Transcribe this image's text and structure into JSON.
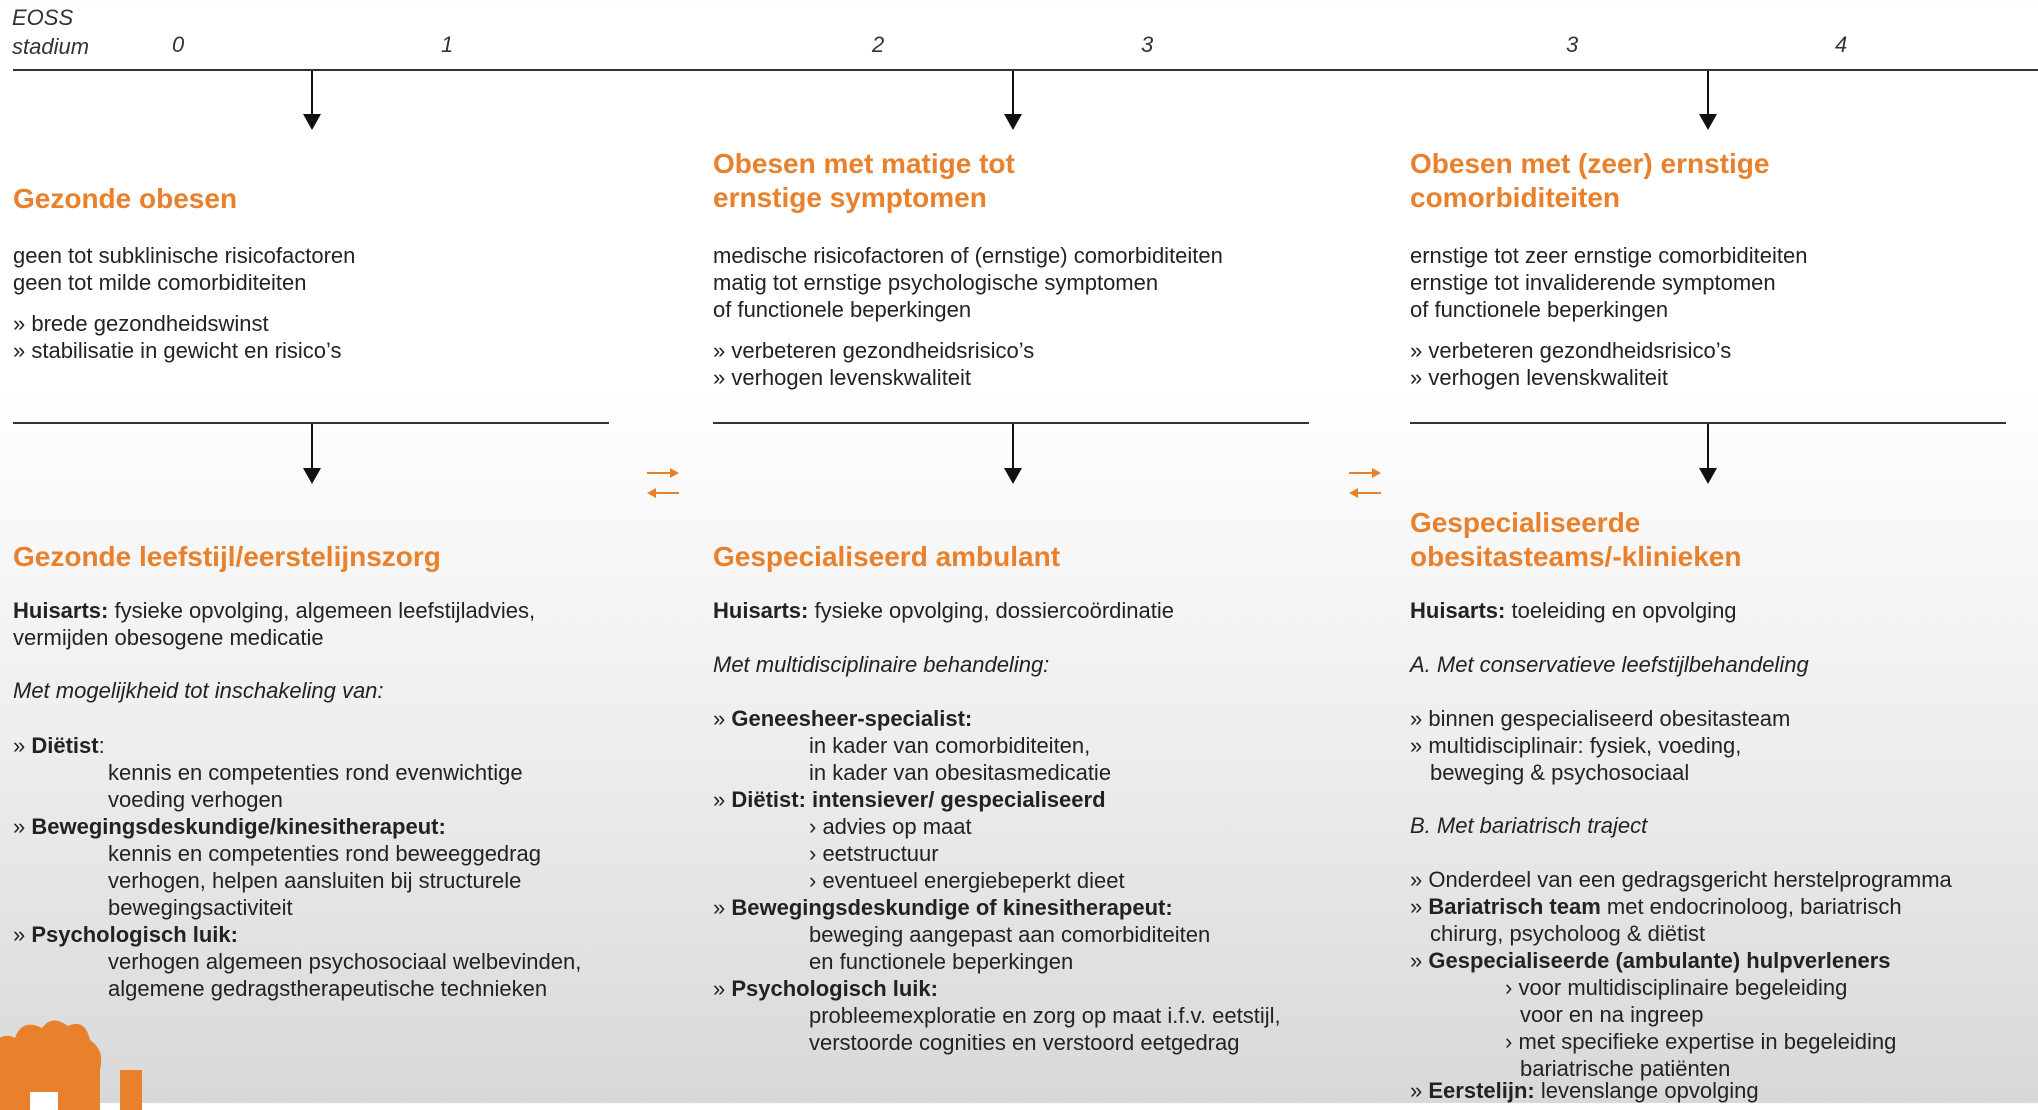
{
  "axis": {
    "label_line1": "EOSS",
    "label_line2": "stadium",
    "numbers": [
      "0",
      "1",
      "2",
      "3",
      "3",
      "4"
    ]
  },
  "col1": {
    "title": "Gezonde obesen",
    "desc": [
      "geen tot subklinische risicofactoren",
      "geen tot milde comorbiditeiten"
    ],
    "goals": [
      "» brede gezondheidswinst",
      "» stabilisatie in gewicht en risico’s"
    ],
    "care_title": "Gezonde leefstijl/eerstelijnszorg",
    "ha_label": "Huisarts:",
    "ha_text_1": " fysieke opvolging, algemeen leefstijladvies,",
    "ha_text_2": "vermijden obesogene medicatie",
    "intro": "Met mogelijkheid tot inschakeling van:",
    "i1_prefix": "» ",
    "i1_label": "Diëtist",
    "i1_after": ":",
    "i1_l1": "kennis en competenties rond evenwichtige",
    "i1_l2": "voeding verhogen",
    "i2_prefix": "» ",
    "i2_label": "Bewegingsdeskundige/kinesitherapeut:",
    "i2_l1": "kennis en competenties rond beweeggedrag",
    "i2_l2": "verhogen, helpen aansluiten bij structurele",
    "i2_l3": "bewegingsactiviteit",
    "i3_prefix": "» ",
    "i3_label": "Psychologisch luik:",
    "i3_l1": "verhogen algemeen psychosociaal welbevinden,",
    "i3_l2": "algemene gedragstherapeutische technieken"
  },
  "col2": {
    "title_1": "Obesen met matige tot",
    "title_2": "ernstige symptomen",
    "desc": [
      "medische risicofactoren of (ernstige) comorbiditeiten",
      "matig tot ernstige psychologische symptomen",
      "of functionele beperkingen"
    ],
    "goals": [
      "» verbeteren gezondheidsrisico’s",
      "» verhogen levenskwaliteit"
    ],
    "care_title": "Gespecialiseerd ambulant",
    "ha_label": "Huisarts:",
    "ha_text": " fysieke opvolging, dossiercoördinatie",
    "intro": "Met multidisciplinaire behandeling:",
    "i1_prefix": "» ",
    "i1_label": "Geneesheer-specialist:",
    "i1_l1": "in kader van comorbiditeiten,",
    "i1_l2": "in kader van obesitasmedicatie",
    "i2_prefix": "» ",
    "i2_label": "Diëtist: intensiever/ gespecialiseerd",
    "i2_l1": "› advies op maat",
    "i2_l2": "› eetstructuur",
    "i2_l3": "› eventueel energiebeperkt dieet",
    "i3_prefix": "» ",
    "i3_label": "Bewegingsdeskundige of kinesitherapeut:",
    "i3_l1": "beweging aangepast aan comorbiditeiten",
    "i3_l2": "en functionele beperkingen",
    "i4_prefix": "» ",
    "i4_label": "Psychologisch luik:",
    "i4_l1": "probleemexploratie en zorg op maat i.f.v. eetstijl,",
    "i4_l2": "verstoorde cognities en verstoord eetgedrag"
  },
  "col3": {
    "title_1": "Obesen met (zeer) ernstige",
    "title_2": "comorbiditeiten",
    "desc": [
      "ernstige tot zeer ernstige comorbiditeiten",
      "ernstige tot invaliderende symptomen",
      "of functionele beperkingen"
    ],
    "goals": [
      "» verbeteren gezondheidsrisico’s",
      "» verhogen levenskwaliteit"
    ],
    "care_title_1": "Gespecialiseerde",
    "care_title_2": "obesitasteams/-klinieken",
    "ha_label": "Huisarts:",
    "ha_text": " toeleiding en opvolging",
    "a_title": "A. Met conservatieve leefstijlbehandeling",
    "a_l1": "» binnen gespecialiseerd obesitasteam",
    "a_l2": "» multidisciplinair: fysiek, voeding,",
    "a_l3": "beweging & psychosociaal",
    "b_title": "B. Met bariatrisch traject",
    "b_l1": "» Onderdeel van een gedragsgericht herstelprogramma",
    "b_l2_prefix": "» ",
    "b_l2_label": "Bariatrisch team",
    "b_l2_text": " met endocrinoloog, bariatrisch",
    "b_l2_cont": "chirurg, psycholoog & diëtist",
    "b_l3_prefix": "» ",
    "b_l3_label": "Gespecialiseerde (ambulante) hulpverleners",
    "b_l3_s1": "› voor multidisciplinaire begeleiding",
    "b_l3_s1b": "voor en na ingreep",
    "b_l3_s2": "› met specifieke expertise in begeleiding",
    "b_l3_s2b": "bariatrische patiënten",
    "b_l4_prefix": "» ",
    "b_l4_label": "Eerstelijn:",
    "b_l4_text": " levenslange opvolging"
  },
  "colors": {
    "accent": "#e9802b",
    "text": "#222222",
    "line": "#333333"
  },
  "icons": [
    "arrow-down-icon",
    "exchange-arrows-icon",
    "logo-cloud"
  ]
}
